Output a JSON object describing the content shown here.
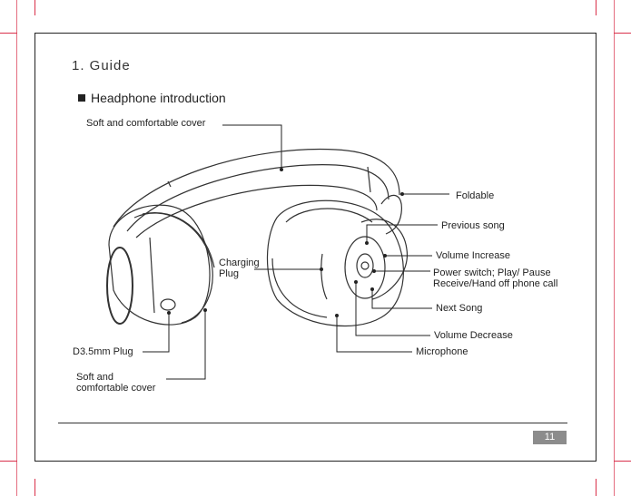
{
  "header": {
    "guide_title": "1. Guide",
    "section_title": "Headphone introduction"
  },
  "labels": {
    "soft_cover_top": "Soft and comfortable cover",
    "foldable": "Foldable",
    "previous_song": "Previous song",
    "volume_increase": "Volume Increase",
    "power_switch": "Power switch; Play/ Pause\nReceive/Hand off phone call",
    "next_song": "Next Song",
    "volume_decrease": "Volume Decrease",
    "microphone": "Microphone",
    "charging_plug": "Charging\nPlug",
    "d35_plug": "D3.5mm Plug",
    "soft_cover_bottom": "Soft and\ncomfortable cover"
  },
  "footer": {
    "page_number": "11"
  },
  "colors": {
    "crop_marks": "#d9304a",
    "page_badge": "#8c8c8c"
  }
}
